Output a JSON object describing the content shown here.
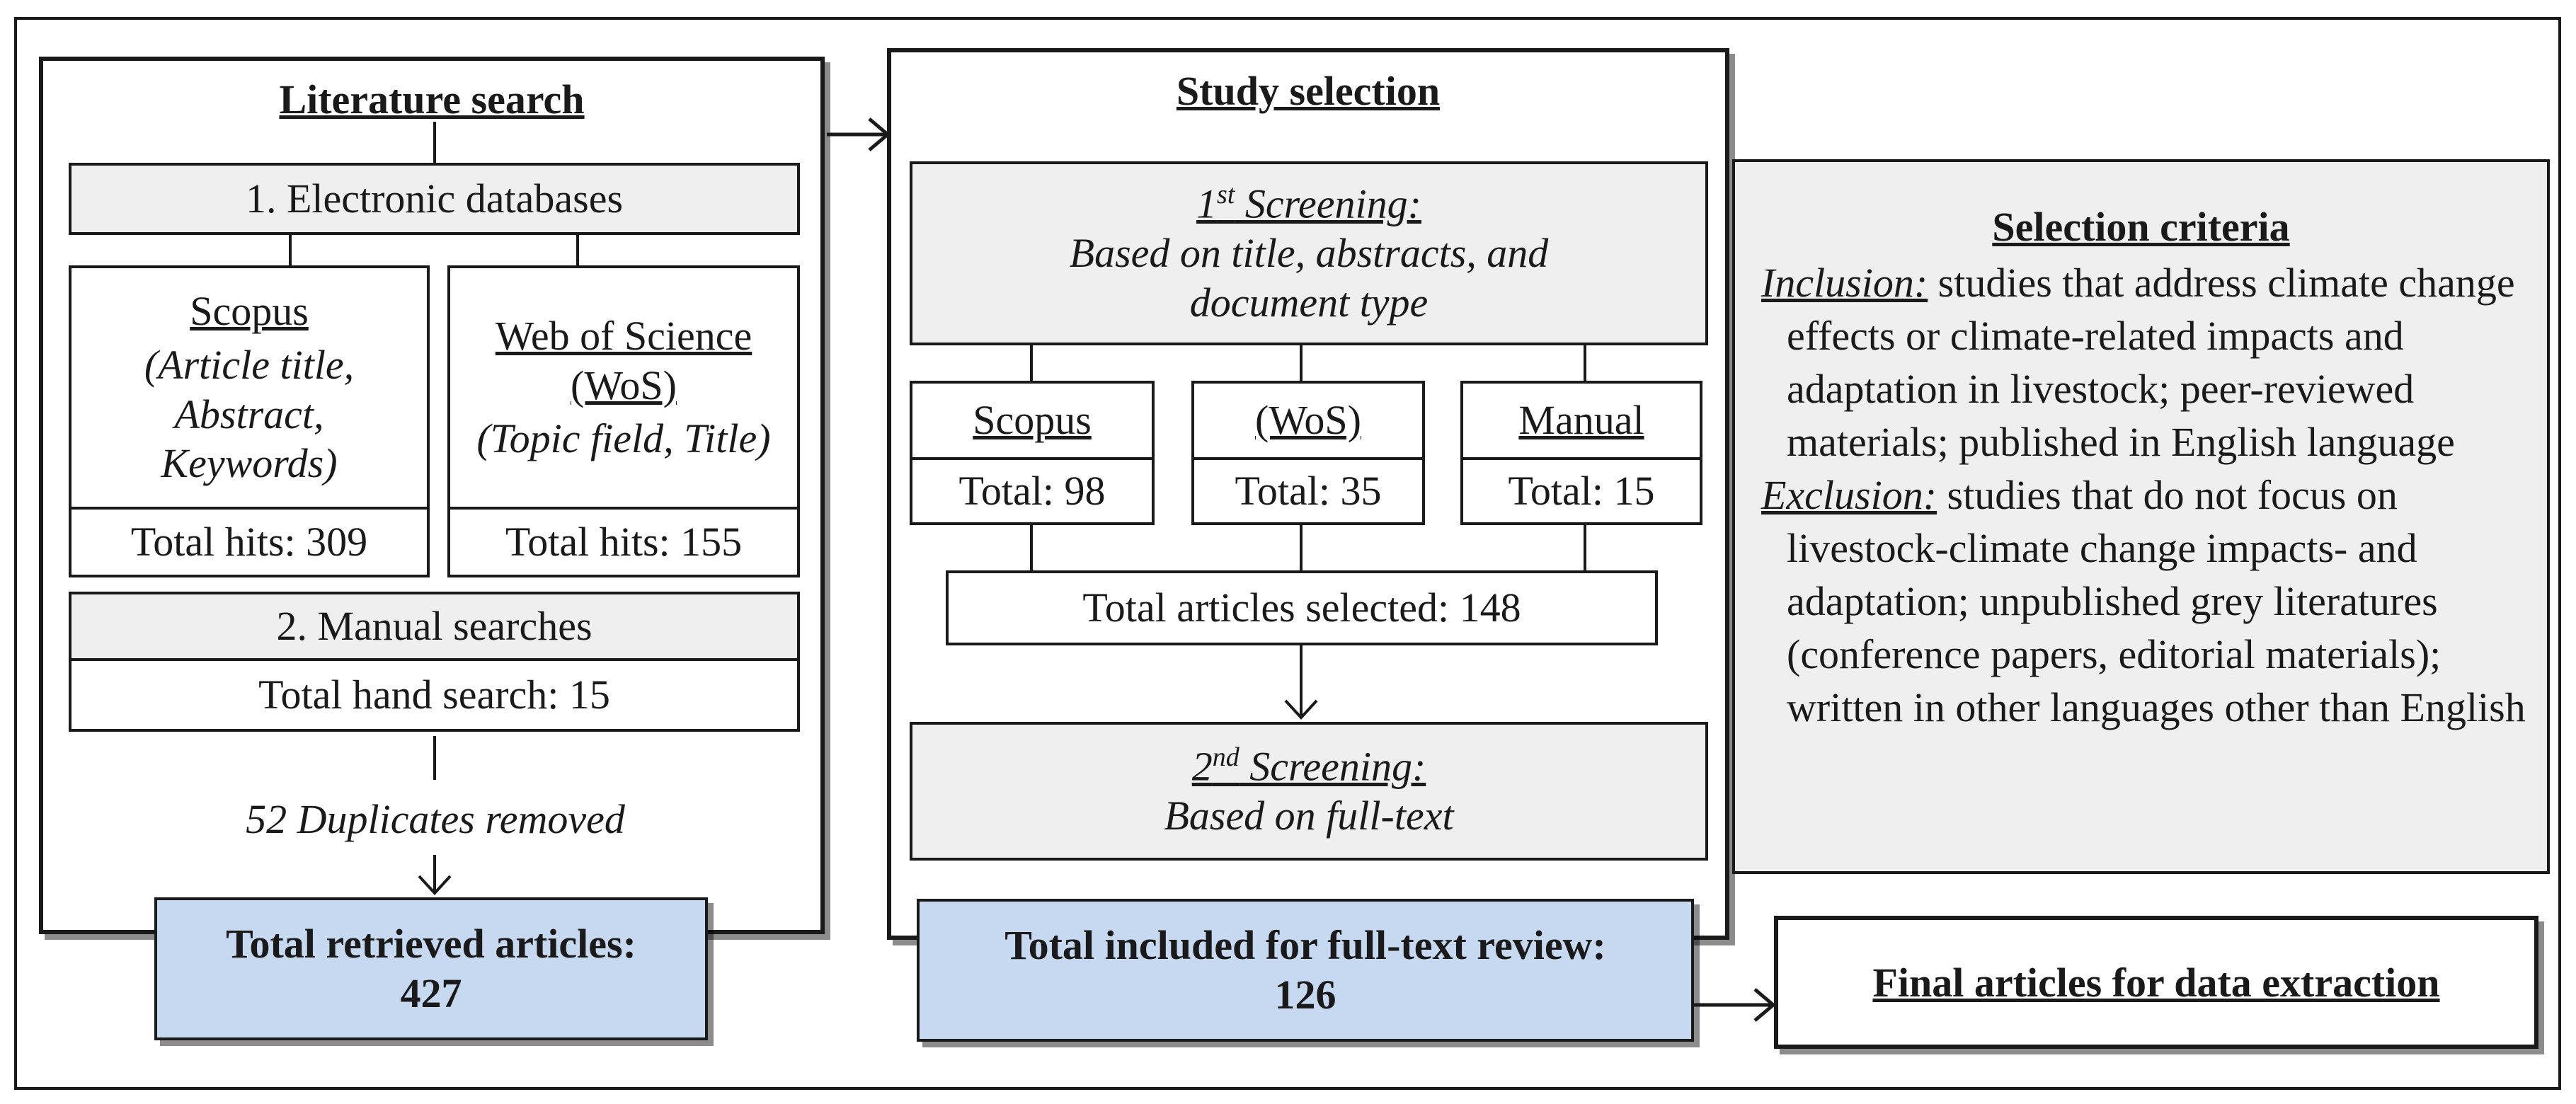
{
  "literature": {
    "title": "Literature search",
    "electronic": "1. Electronic databases",
    "scopus": {
      "name": "Scopus",
      "fields": "(Article title, Abstract, Keywords)",
      "hits": "Total hits:  309"
    },
    "wos": {
      "name": "Web of Science (WoS)",
      "fields": "(Topic field, Title)",
      "hits": "Total hits: 155"
    },
    "manual": "2. Manual searches",
    "hand": "Total hand search:  15",
    "duplicates": "52 Duplicates removed",
    "retrieved_label": "Total retrieved articles:",
    "retrieved_value": "427"
  },
  "study": {
    "title": "Study selection",
    "first_screen": {
      "ordinal": "1",
      "sup": "st",
      "label": " Screening:",
      "line2": "Based on title, abstracts, and",
      "line3": "document type"
    },
    "scopus": {
      "name": "Scopus",
      "total": "Total:  98"
    },
    "wos": {
      "name": "(WoS)",
      "total": "Total:  35"
    },
    "manual": {
      "name": "Manual",
      "total": "Total:  15"
    },
    "selected": "Total articles  selected:  148",
    "second_screen": {
      "ordinal": "2",
      "sup": "nd",
      "label": " Screening:",
      "line2": "Based on full-text"
    },
    "included_label": "Total included for full-text review:",
    "included_value": "126"
  },
  "criteria": {
    "title": "Selection criteria",
    "inclusion_label": "Inclusion:",
    "inclusion_text": " studies that address climate change effects or climate-related impacts and adaptation in livestock; peer-reviewed materials;  published in English language",
    "exclusion_label": "Exclusion:",
    "exclusion_text": " studies that do not focus on livestock-climate change impacts- and adaptation; unpublished grey literatures (conference papers, editorial materials); written in other languages  other than English"
  },
  "final": "Final articles  for data extraction"
}
